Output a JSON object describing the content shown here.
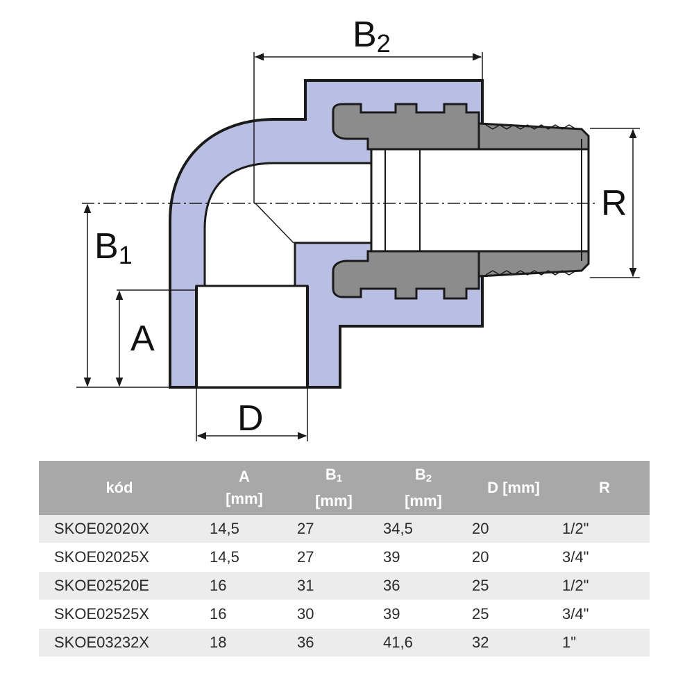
{
  "drawing": {
    "labels": {
      "b2_main": "B",
      "b2_sub": "2",
      "b1_main": "B",
      "b1_sub": "1",
      "a": "A",
      "d": "D",
      "r": "R"
    },
    "colors": {
      "body": "#b9bfe3",
      "thread_insert": "#8c8c8c",
      "outline": "#1a1a1a"
    }
  },
  "table": {
    "headers": {
      "kod": "kód",
      "a_main": "A",
      "a_unit": "[mm]",
      "b1_main": "B",
      "b1_sub": "1",
      "b1_unit": "[mm]",
      "b2_main": "B",
      "b2_sub": "2",
      "b2_unit": "[mm]",
      "d": "D [mm]",
      "r": "R"
    },
    "rows": [
      [
        "SKOE02020X",
        "14,5",
        "27",
        "34,5",
        "20",
        "1/2\""
      ],
      [
        "SKOE02025X",
        "14,5",
        "27",
        "39",
        "20",
        "3/4\""
      ],
      [
        "SKOE02520E",
        "16",
        "31",
        "36",
        "25",
        "1/2\""
      ],
      [
        "SKOE02525X",
        "16",
        "30",
        "39",
        "25",
        "3/4\""
      ],
      [
        "SKOE03232X",
        "18",
        "36",
        "41,6",
        "32",
        "1\""
      ]
    ]
  }
}
